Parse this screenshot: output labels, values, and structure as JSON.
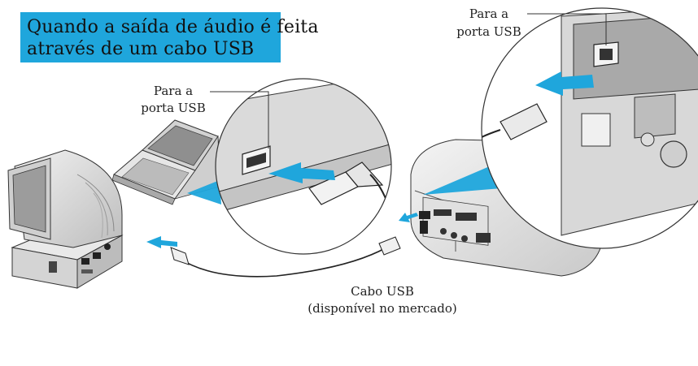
{
  "title": {
    "line1": "Quando a saída de áudio é feita",
    "line2": "através de um cabo USB",
    "background_color": "#1fa6dc"
  },
  "labels": {
    "pc_port_line1": "Para a",
    "pc_port_line2": "porta USB",
    "projector_port_line1": "Para a",
    "projector_port_line2": "porta USB",
    "cable_line1": "Cabo USB",
    "cable_line2": "(disponível no mercado)"
  },
  "colors": {
    "arrow": "#1fa6dc",
    "outline": "#333333"
  },
  "icons": [
    "computer-monitor-icon",
    "laptop-icon",
    "projector-icon",
    "usb-cable-icon",
    "usb-plug-icon",
    "arrow-icon"
  ]
}
